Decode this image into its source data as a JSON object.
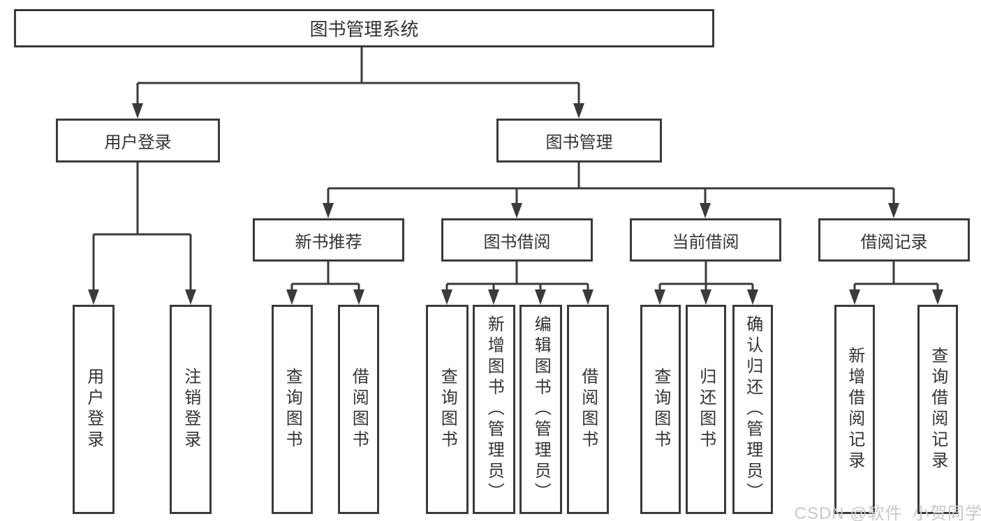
{
  "nodes": {
    "root": {
      "label": "图书管理系统"
    },
    "level2": [
      {
        "label": "用户登录"
      },
      {
        "label": "图书管理"
      }
    ],
    "level3": [
      {
        "label": "新书推荐"
      },
      {
        "label": "图书借阅"
      },
      {
        "label": "当前借阅"
      },
      {
        "label": "借阅记录"
      }
    ],
    "leaves": [
      {
        "label": "用户登录"
      },
      {
        "label": "注销登录"
      },
      {
        "label": "查询图书"
      },
      {
        "label": "借阅图书"
      },
      {
        "label": "查询图书"
      },
      {
        "label": "新增图书（管理员）"
      },
      {
        "label": "编辑图书（管理员）"
      },
      {
        "label": "借阅图书"
      },
      {
        "label": "查询图书"
      },
      {
        "label": "归还图书"
      },
      {
        "label": "确认归还（管理员）"
      },
      {
        "label": "新增借阅记录"
      },
      {
        "label": "查询借阅记录"
      }
    ]
  },
  "hierarchy": {
    "图书管理系统": {
      "用户登录": [
        "用户登录",
        "注销登录"
      ],
      "图书管理": {
        "新书推荐": [
          "查询图书",
          "借阅图书"
        ],
        "图书借阅": [
          "查询图书",
          "新增图书（管理员）",
          "编辑图书（管理员）",
          "借阅图书"
        ],
        "当前借阅": [
          "查询图书",
          "归还图书",
          "确认归还（管理员）"
        ],
        "借阅记录": [
          "新增借阅记录",
          "查询借阅记录"
        ]
      }
    }
  },
  "watermark": {
    "text": "CSDN @软件_小贺同学"
  },
  "colors": {
    "line": "#3a3a3a",
    "text": "#333333",
    "watermark": "#c8c8c8",
    "background": "#ffffff"
  }
}
